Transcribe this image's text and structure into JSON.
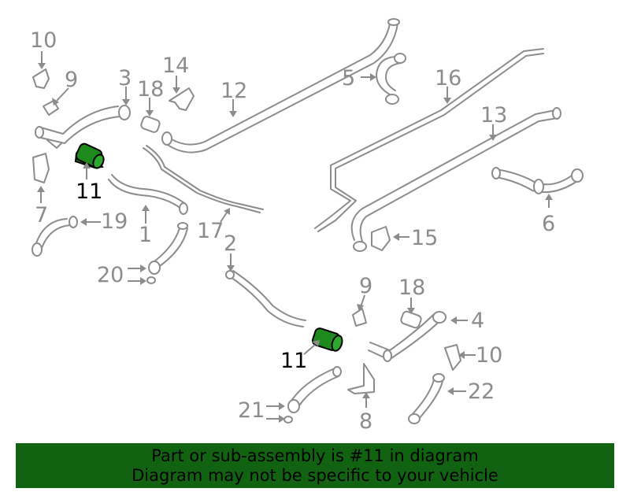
{
  "callouts": {
    "c10a": "10",
    "c9a": "9",
    "c3": "3",
    "c18a": "18",
    "c14": "14",
    "c12": "12",
    "c5": "5",
    "c16": "16",
    "c13": "13",
    "c11a": "11",
    "c7": "7",
    "c19": "19",
    "c1": "1",
    "c17": "17",
    "c6": "6",
    "c15": "15",
    "c2": "2",
    "c20": "20",
    "c9b": "9",
    "c18b": "18",
    "c4": "4",
    "c10b": "10",
    "c11b": "11",
    "c22": "22",
    "c8": "8",
    "c21": "21"
  },
  "banner": {
    "line1": "Part or sub-assembly is #11 in diagram",
    "line2": "Diagram may not be specific to your vehicle"
  },
  "colors": {
    "highlight": "#1e8a1e",
    "banner": "#116211",
    "line": "#8c8c8c"
  }
}
